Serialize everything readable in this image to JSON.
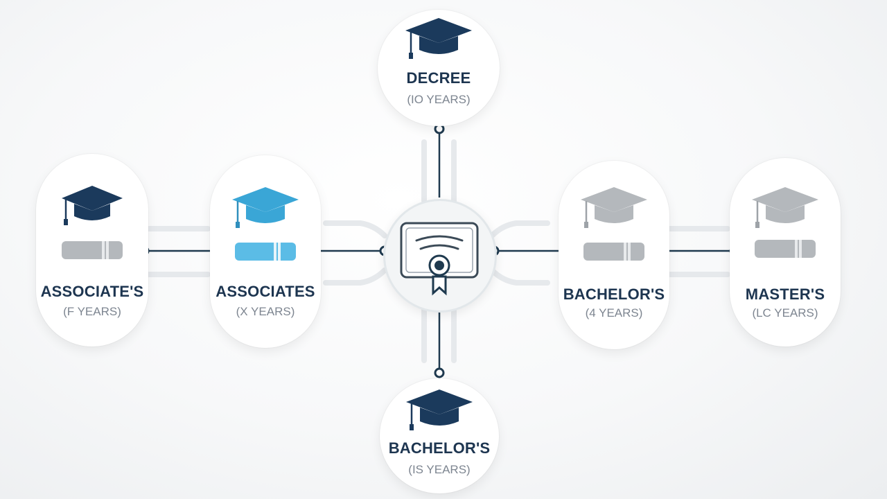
{
  "colors": {
    "navy": "#1b3a5c",
    "blue": "#3aa6d6",
    "gray": "#b4b8bc",
    "line": "#1f3a4f"
  },
  "center": {
    "icon": "certificate-seal-icon"
  },
  "nodes": [
    {
      "id": "associates-1",
      "label": "ASSOCIATE'S",
      "sub": "(F YEARS)",
      "cap_color": "navy",
      "icon": "graduation-cap-icon"
    },
    {
      "id": "associates-2",
      "label": "ASSOCIATES",
      "sub": "(X YEARS)",
      "cap_color": "blue",
      "icon": "graduation-cap-icon"
    },
    {
      "id": "bachelors-right",
      "label": "BACHELOR'S",
      "sub": "(4 YEARS)",
      "cap_color": "gray",
      "icon": "graduation-cap-icon"
    },
    {
      "id": "masters",
      "label": "MASTER'S",
      "sub": "(LC YEARS)",
      "cap_color": "gray",
      "icon": "graduation-cap-icon"
    },
    {
      "id": "degree",
      "label": "DECREE",
      "sub": "(IO YEARS)",
      "cap_color": "navy",
      "icon": "graduation-cap-icon"
    },
    {
      "id": "bachelors-bottom",
      "label": "BACHELOR'S",
      "sub": "(IS YEARS)",
      "cap_color": "navy",
      "icon": "graduation-cap-icon"
    }
  ]
}
